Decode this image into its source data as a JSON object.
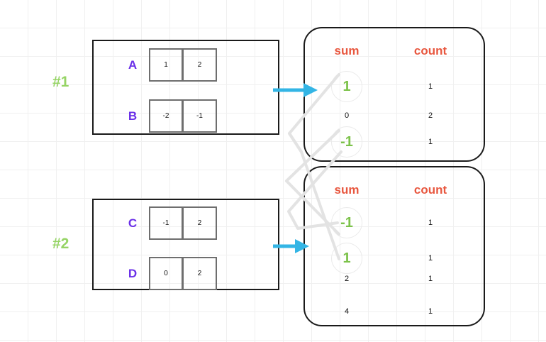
{
  "diagram": {
    "title": "",
    "colors": {
      "grid": "#f0f0f0",
      "group_label": "#96d465",
      "row_label": "#6a2fe8",
      "header": "#e8573f",
      "highlight_value": "#7cc24a",
      "arrow": "#33b5e5",
      "connector": "#e2e2e2",
      "panel_border": "#1a1a1a",
      "cell_border": "#6e6e6e"
    },
    "groups": [
      {
        "label": "#1",
        "matrix": {
          "rows": [
            {
              "name": "A",
              "cells": [
                "1",
                "2"
              ]
            },
            {
              "name": "B",
              "cells": [
                "-2",
                "-1"
              ]
            }
          ]
        },
        "table": {
          "headers": [
            "sum",
            "count"
          ],
          "rows": [
            {
              "sum": "1",
              "count": "1",
              "highlight": true
            },
            {
              "sum": "0",
              "count": "2",
              "highlight": false
            },
            {
              "sum": "-1",
              "count": "1",
              "highlight": true
            }
          ]
        }
      },
      {
        "label": "#2",
        "matrix": {
          "rows": [
            {
              "name": "C",
              "cells": [
                "-1",
                "2"
              ]
            },
            {
              "name": "D",
              "cells": [
                "0",
                "2"
              ]
            }
          ]
        },
        "table": {
          "headers": [
            "sum",
            "count"
          ],
          "rows": [
            {
              "sum": "-1",
              "count": "1",
              "highlight": true
            },
            {
              "sum": "1",
              "count": "1",
              "highlight": true
            },
            {
              "sum": "2",
              "count": "1",
              "highlight": false
            },
            {
              "sum": "4",
              "count": "1",
              "highlight": false
            }
          ]
        }
      }
    ]
  }
}
